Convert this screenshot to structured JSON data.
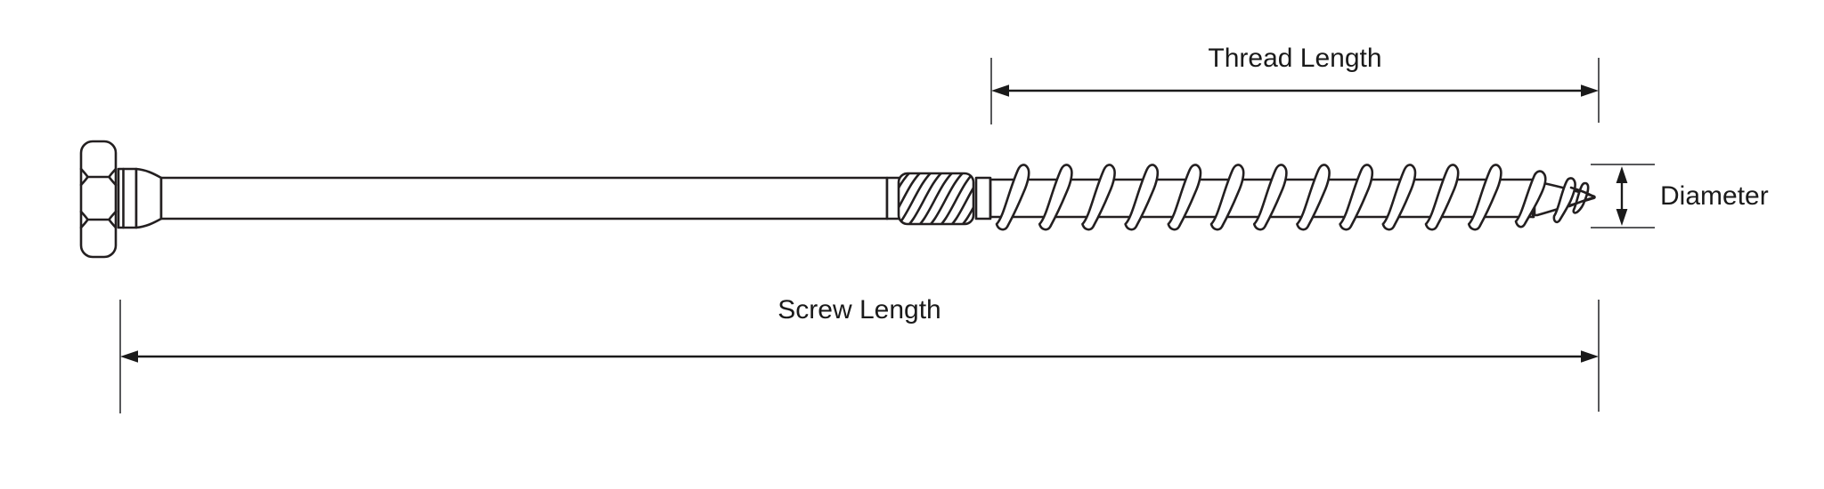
{
  "diagram": {
    "subject": "hex-head-screw-dimension-drawing",
    "labels": {
      "thread_length": "Thread Length",
      "screw_length": "Screw Length",
      "diameter": "Diameter"
    },
    "colors": {
      "background": "#ffffff",
      "drawing_line": "#231f20",
      "dimension_line": "#1a1a1a",
      "extension_line": "#58595b"
    }
  }
}
